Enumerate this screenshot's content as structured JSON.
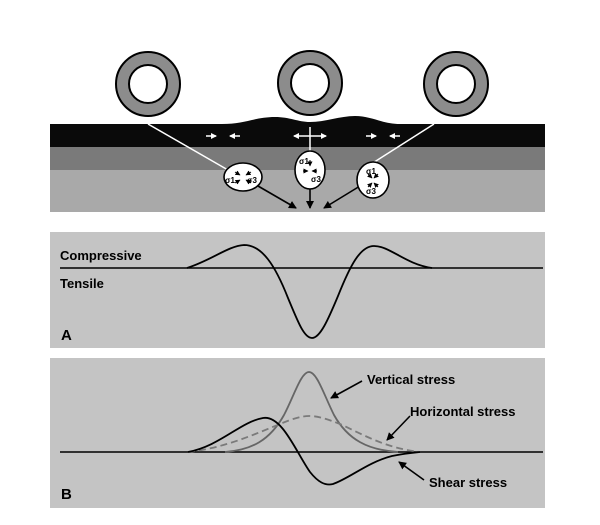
{
  "panel_a": {
    "label": "A",
    "compressive_label": "Compressive",
    "tensile_label": "Tensile"
  },
  "panel_b": {
    "label": "B",
    "vertical_label": "Vertical stress",
    "horizontal_label": "Horizontal stress",
    "shear_label": "Shear stress"
  },
  "stress_circles": {
    "left": {
      "s1": "σ1",
      "s3": "σ3"
    },
    "center": {
      "s1": "σ1",
      "s3": "σ3"
    },
    "right": {
      "s1": "σ1",
      "s3": "σ3"
    }
  },
  "colors": {
    "panel_bg": "#c4c4c4",
    "pavement_surface": "#0a0a0a",
    "base_layer": "#7a7a7a",
    "subgrade_layer": "#a9a9a9",
    "wheel": "#8c8c8c",
    "vertical_curve": "#666666",
    "horizontal_curve": "#7a7a7a",
    "line": "#000000"
  }
}
